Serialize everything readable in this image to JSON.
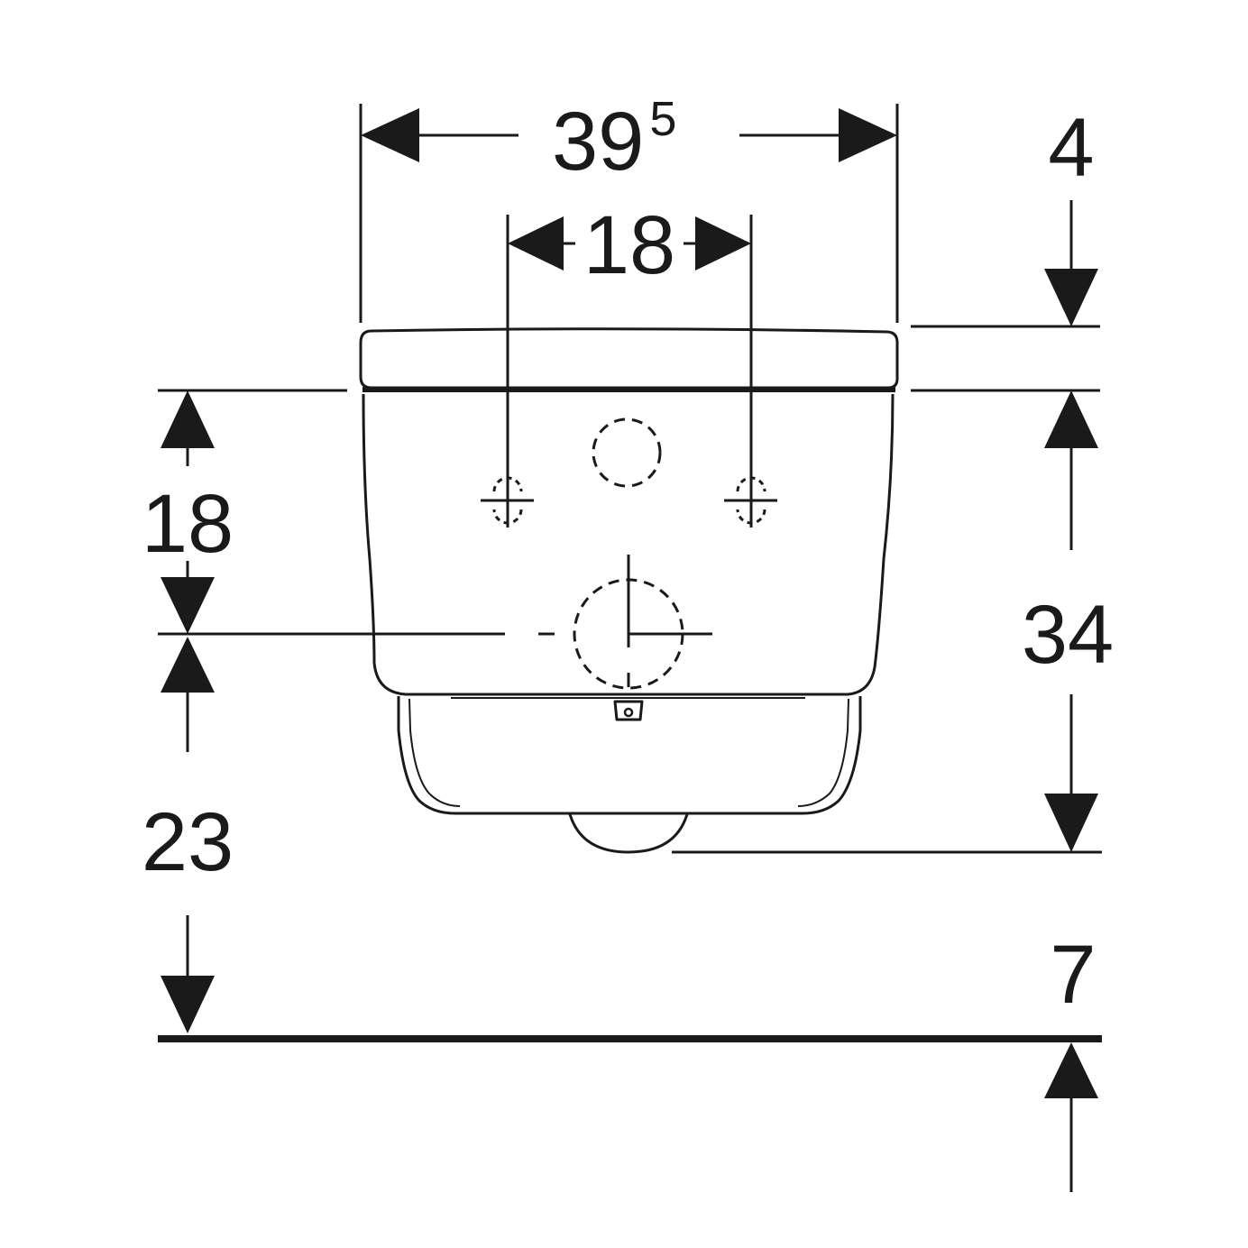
{
  "dimensions": {
    "overall_width": {
      "main": "39",
      "superscript": "5"
    },
    "fixing_spacing": "18",
    "lid_height": "4",
    "fixing_height": "18",
    "body_height": "34",
    "floor_to_fixing": "23",
    "bottom_clearance": "7"
  },
  "colors": {
    "line": "#1a1a1a",
    "background": "#ffffff"
  }
}
